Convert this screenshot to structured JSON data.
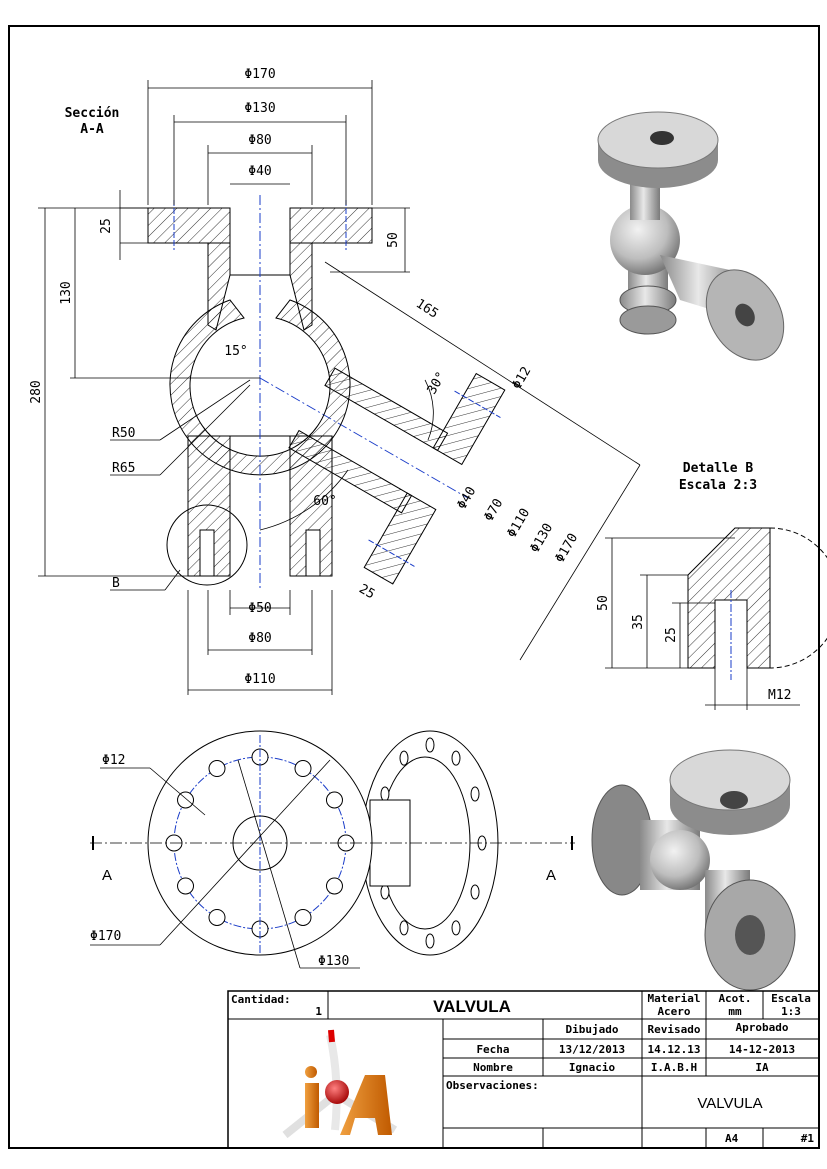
{
  "section_view": {
    "title_line1": "Sección",
    "title_line2": "A-A",
    "dims": {
      "top_d170": "Φ170",
      "top_d130": "Φ130",
      "top_d80": "Φ80",
      "top_d40": "Φ40",
      "flange_25": "25",
      "flange_50": "50",
      "h130": "130",
      "h280": "280",
      "angle15": "15°",
      "r50": "R50",
      "r65": "R65",
      "detail_ref": "B",
      "branch_165": "165",
      "angle30": "30°",
      "branch_d12": "Φ12",
      "branch_d40": "Φ40",
      "branch_d70": "Φ70",
      "branch_d110": "Φ110",
      "branch_d130": "Φ130",
      "branch_d170": "Φ170",
      "angle60": "60°",
      "branch_25": "25",
      "bot_d50": "Φ50",
      "bot_d80": "Φ80",
      "bot_d110": "Φ110"
    }
  },
  "detail_b": {
    "title_line1": "Detalle B",
    "title_line2": "Escala  2:3",
    "dims": {
      "h50": "50",
      "h35": "35",
      "h25": "25",
      "thread": "M12"
    }
  },
  "bottom_view": {
    "hole_d12": "Φ12",
    "outer_d170": "Φ170",
    "bolt_d130": "Φ130",
    "cut_left": "A",
    "cut_right": "A"
  },
  "title_block": {
    "cantidad_label": "Cantidad:",
    "cantidad_value": "1",
    "title": "VALVULA",
    "material_label": "Material",
    "material_value": "Acero",
    "acot_label": "Acot.",
    "acot_value": "mm",
    "escala_label": "Escala",
    "escala_value": "1:3",
    "dibujado": "Dibujado",
    "revisado": "Revisado",
    "aprobado": "Aprobado",
    "fecha_label": "Fecha",
    "fecha_dibujado": "13/12/2013",
    "fecha_revisado": "14.12.13",
    "fecha_aprobado": "14-12-2013",
    "nombre_label": "Nombre",
    "nombre_dibujado": "Ignacio",
    "nombre_revisado": "I.A.B.H",
    "nombre_aprobado": "IA",
    "observaciones_label": "Observaciones:",
    "name_box": "VALVULA",
    "format": "A4",
    "sheet": "#1",
    "logo_text": "iA"
  }
}
